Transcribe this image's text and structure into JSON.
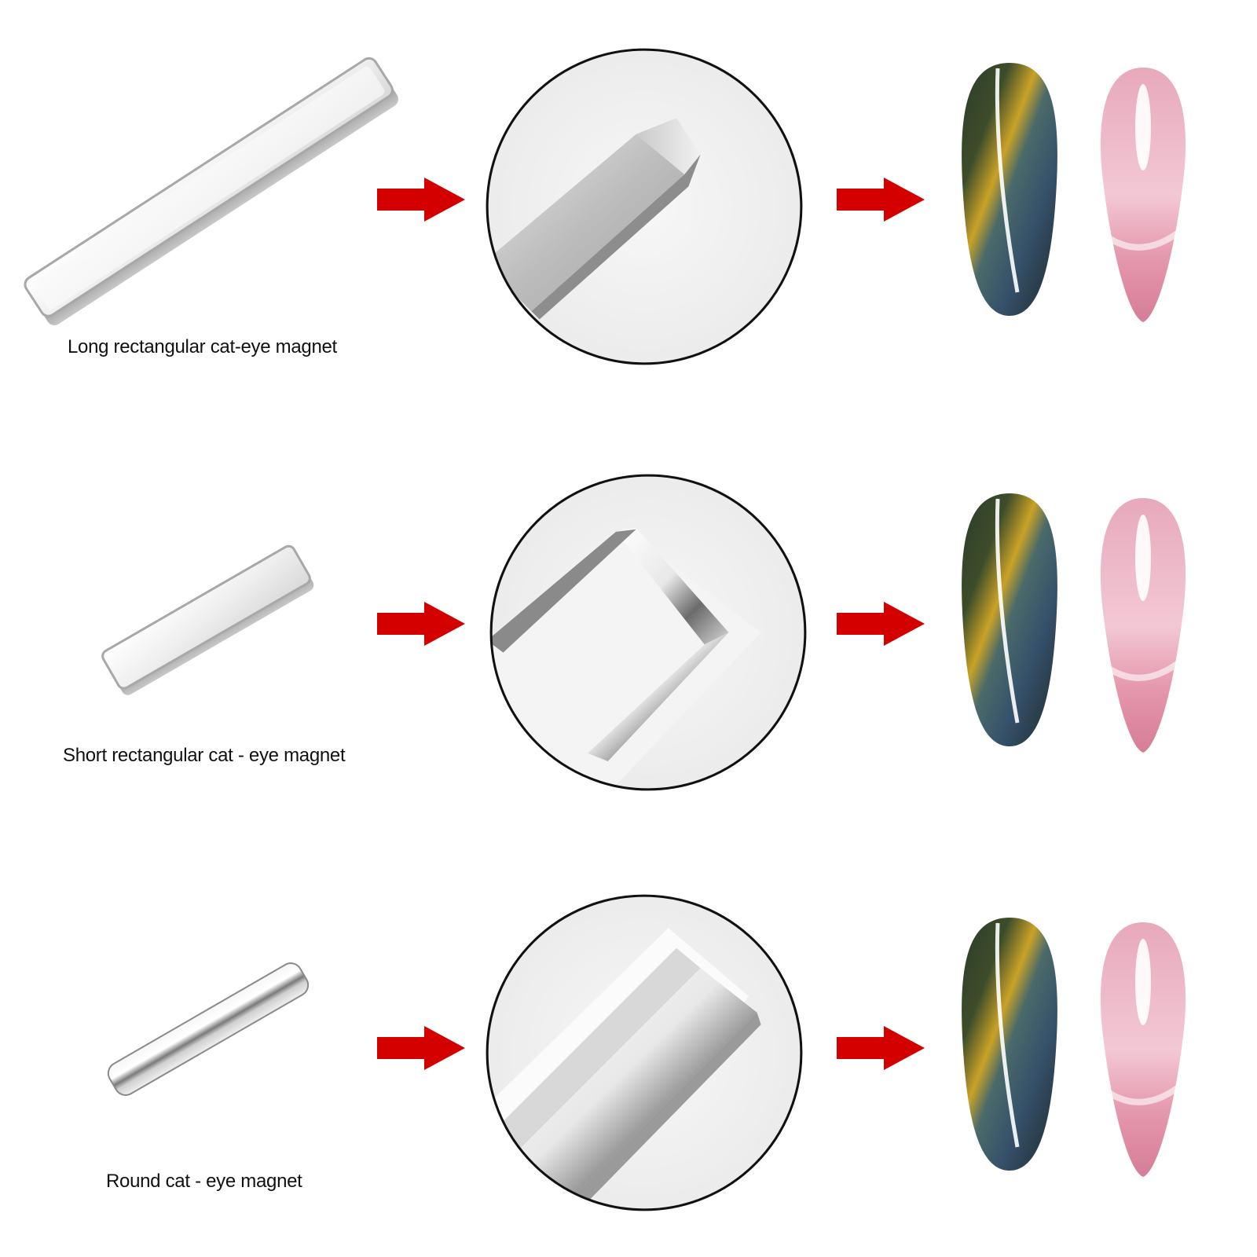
{
  "rows": [
    {
      "caption": "Long rectangular cat-eye magnet",
      "magnet_icon": "long-rectangular-magnet-icon"
    },
    {
      "caption": "Short rectangular cat - eye magnet",
      "magnet_icon": "short-rectangular-magnet-icon"
    },
    {
      "caption": "Round cat - eye magnet",
      "magnet_icon": "round-magnet-icon"
    }
  ],
  "colors": {
    "arrow": "#d40000",
    "circle_border": "#111111",
    "metal_light": "#f2f2f2",
    "metal_dark": "#9a9a9a",
    "nail_dark_base": "#1e3a34",
    "nail_gold": "#c9a227",
    "nail_pink": "#e8a2b8"
  }
}
